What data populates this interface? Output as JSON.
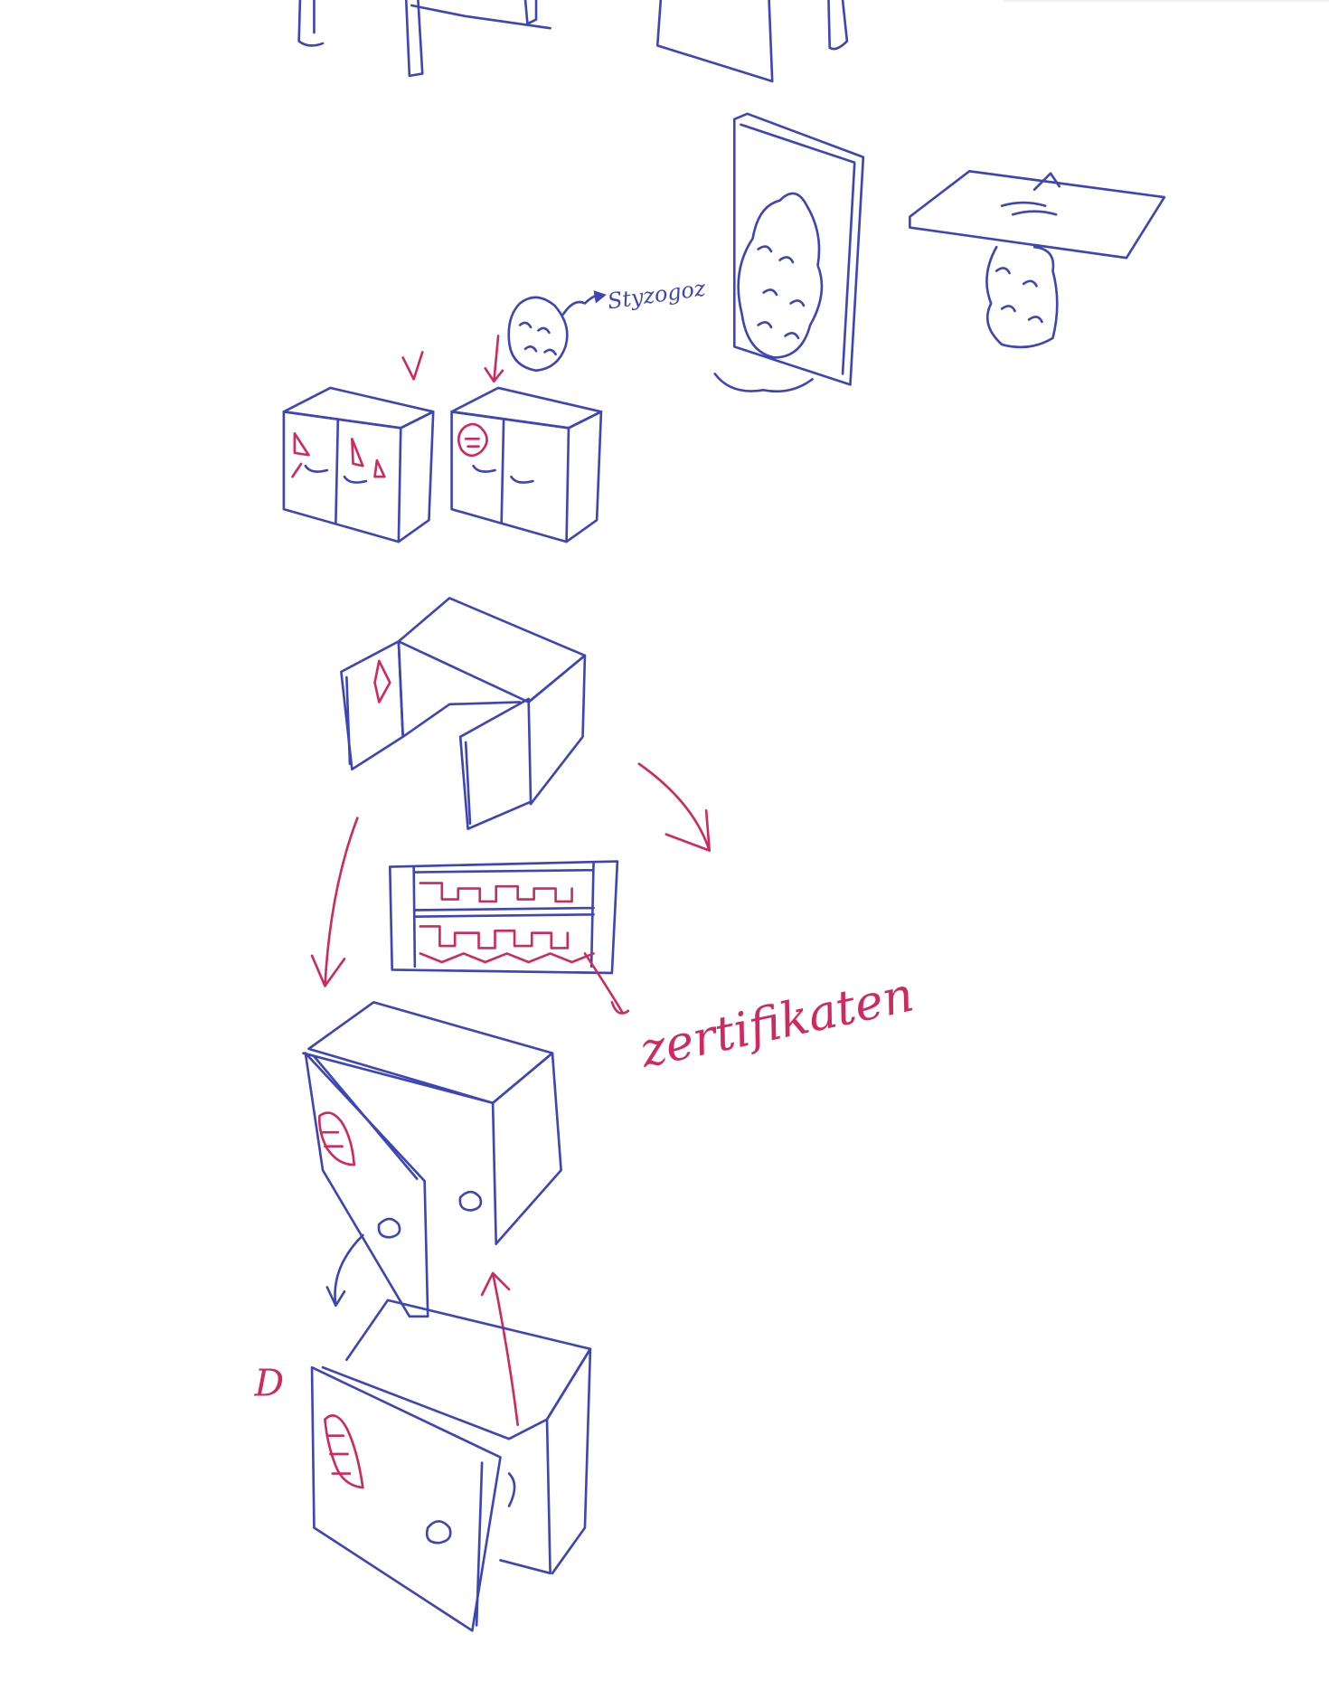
{
  "canvas": {
    "background": "#ffffff",
    "ink_colors": {
      "blue": "#3d46b6",
      "red": "#cf2a5d"
    }
  },
  "annotations": {
    "blob_label": "Styzogoz",
    "shelf_label": "zertifikaten",
    "marker_label": "D"
  }
}
